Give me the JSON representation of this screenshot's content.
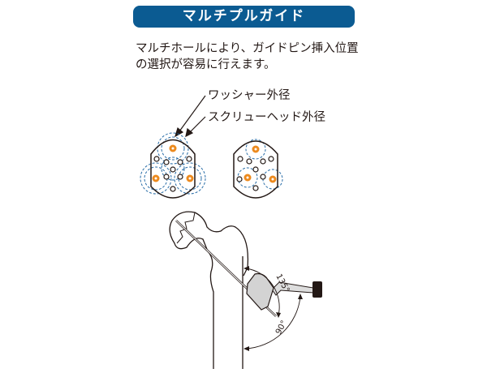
{
  "title": "マルチプルガイド",
  "description": {
    "line1": "マルチホールにより、ガイドピン挿入位置",
    "line2": "の選択が容易に行えます。"
  },
  "labels": {
    "washer": "ワッシャー外径",
    "screw_head": "スクリューヘッド外径"
  },
  "angles": {
    "a1": "135°",
    "a2": "90°"
  },
  "colors": {
    "title_bg": "#0b5b92",
    "hole_orange": "#ec8a1e",
    "dashed_blue": "#2a6ea8"
  }
}
